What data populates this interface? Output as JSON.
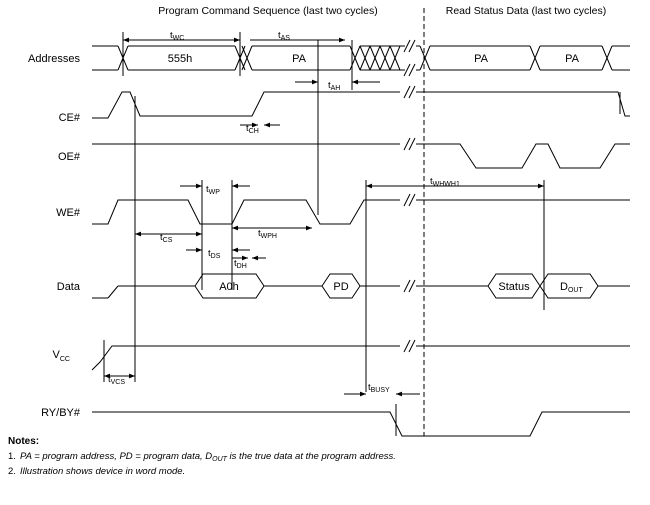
{
  "headers": {
    "program": "Program Command Sequence (last two cycles)",
    "read": "Read Status Data (last two cycles)"
  },
  "signals": [
    {
      "main": "Addresses",
      "sub": ""
    },
    {
      "main": "CE#",
      "sub": ""
    },
    {
      "main": "OE#",
      "sub": ""
    },
    {
      "main": "WE#",
      "sub": ""
    },
    {
      "main": "Data",
      "sub": ""
    },
    {
      "main": "V",
      "sub": "CC"
    },
    {
      "main": "RY/BY#",
      "sub": ""
    }
  ],
  "bus_values": {
    "addr_555h": "555h",
    "addr_pa1": "PA",
    "addr_pa2": "PA",
    "addr_pa3": "PA",
    "data_a0h": "A0h",
    "data_pd": "PD",
    "data_status": "Status",
    "data_dout": "D",
    "data_dout_sub": "OUT"
  },
  "timings": [
    {
      "main": "t",
      "sub": "WC"
    },
    {
      "main": "t",
      "sub": "AS"
    },
    {
      "main": "t",
      "sub": "AH"
    },
    {
      "main": "t",
      "sub": "CH"
    },
    {
      "main": "t",
      "sub": "WP"
    },
    {
      "main": "t",
      "sub": "WHWH1"
    },
    {
      "main": "t",
      "sub": "CS"
    },
    {
      "main": "t",
      "sub": "WPH"
    },
    {
      "main": "t",
      "sub": "DS"
    },
    {
      "main": "t",
      "sub": "DH"
    },
    {
      "main": "t",
      "sub": "VCS"
    },
    {
      "main": "t",
      "sub": "BUSY"
    }
  ],
  "notes": {
    "title": "Notes:",
    "n1_num": "1.",
    "n1_a": "PA = program address, PD = program data, D",
    "n1_sub": "OUT",
    "n1_b": " is the true data at the program address.",
    "n2_num": "2.",
    "n2": "Illustration shows device in word mode."
  }
}
